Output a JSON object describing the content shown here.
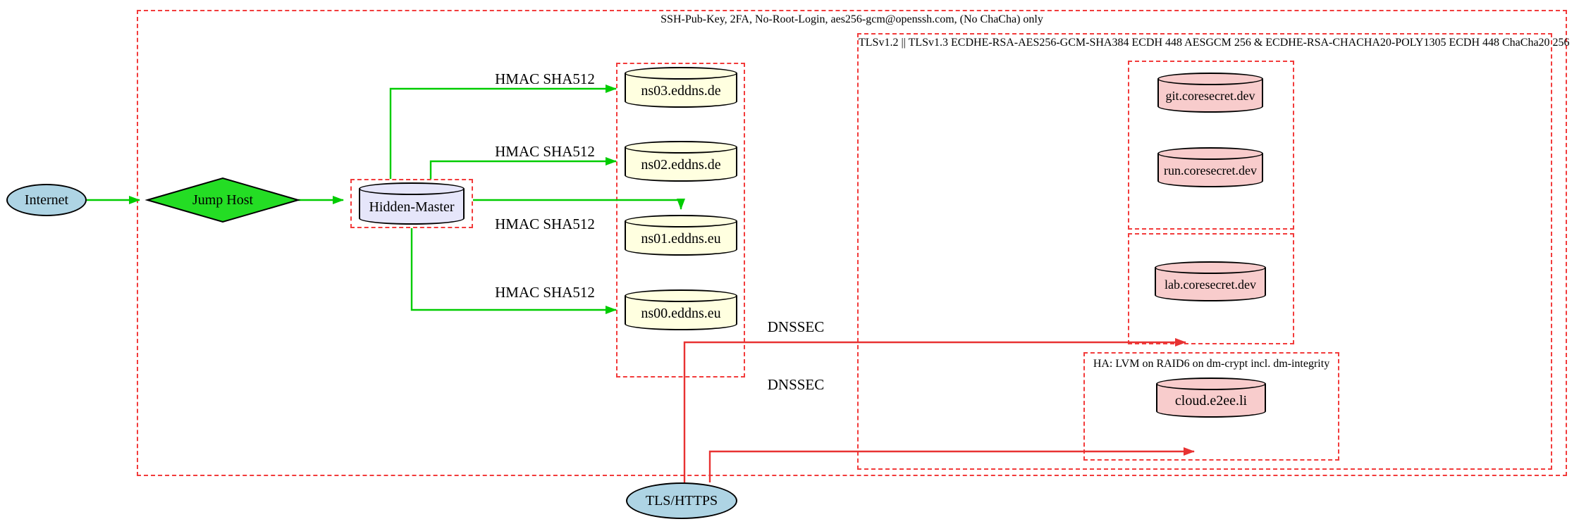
{
  "diagram": {
    "clusters": {
      "ssh_label": "SSH-Pub-Key, 2FA, No-Root-Login, aes256-gcm@openssh.com, (No ChaCha) only",
      "tls_label": "TLSv1.2 || TLSv1.3 ECDHE-RSA-AES256-GCM-SHA384 ECDH 448 AESGCM 256 & ECDHE-RSA-CHACHA20-POLY1305 ECDH 448 ChaCha20 256",
      "ha_label": "HA: LVM on RAID6 on dm-crypt incl. dm-integrity"
    },
    "nodes": {
      "internet": "Internet",
      "jump_host": "Jump Host",
      "hidden_master": "Hidden-Master",
      "ns03": "ns03.eddns.de",
      "ns02": "ns02.eddns.de",
      "ns01": "ns01.eddns.eu",
      "ns00": "ns00.eddns.eu",
      "git": "git.coresecret.dev",
      "run": "run.coresecret.dev",
      "lab": "lab.coresecret.dev",
      "cloud": "cloud.e2ee.li",
      "tls_https": "TLS/HTTPS"
    },
    "edge_labels": {
      "hmac_ns03": "HMAC SHA512",
      "hmac_ns02": "HMAC SHA512",
      "hmac_ns01": "HMAC SHA512",
      "hmac_ns00": "HMAC SHA512",
      "dnssec_coresecret": "DNSSEC",
      "dnssec_ha": "DNSSEC"
    },
    "edges": [
      {
        "from": "Internet",
        "to": "Jump Host",
        "color": "green"
      },
      {
        "from": "Jump Host",
        "to": "Hidden-Master",
        "color": "green"
      },
      {
        "from": "Hidden-Master",
        "to": "ns03.eddns.de",
        "label": "HMAC SHA512",
        "color": "green"
      },
      {
        "from": "Hidden-Master",
        "to": "ns02.eddns.de",
        "label": "HMAC SHA512",
        "color": "green"
      },
      {
        "from": "Hidden-Master",
        "to": "ns01.eddns.eu",
        "label": "HMAC SHA512",
        "color": "green"
      },
      {
        "from": "Hidden-Master",
        "to": "ns00.eddns.eu",
        "label": "HMAC SHA512",
        "color": "green"
      },
      {
        "from": "TLS/HTTPS",
        "to": "coresecret cluster",
        "label": "DNSSEC",
        "color": "red"
      },
      {
        "from": "TLS/HTTPS",
        "to": "HA cluster",
        "label": "DNSSEC",
        "color": "red"
      }
    ],
    "colors": {
      "edge_green": "#00cc00",
      "edge_red": "#e83232",
      "cluster_border": "#f23b3b",
      "internet_fill": "#aed4e4",
      "jump_fill": "#24dd24",
      "master_fill": "#e6e6fa",
      "ns_fill": "#ffffe0",
      "service_fill": "#f8cccc"
    }
  }
}
